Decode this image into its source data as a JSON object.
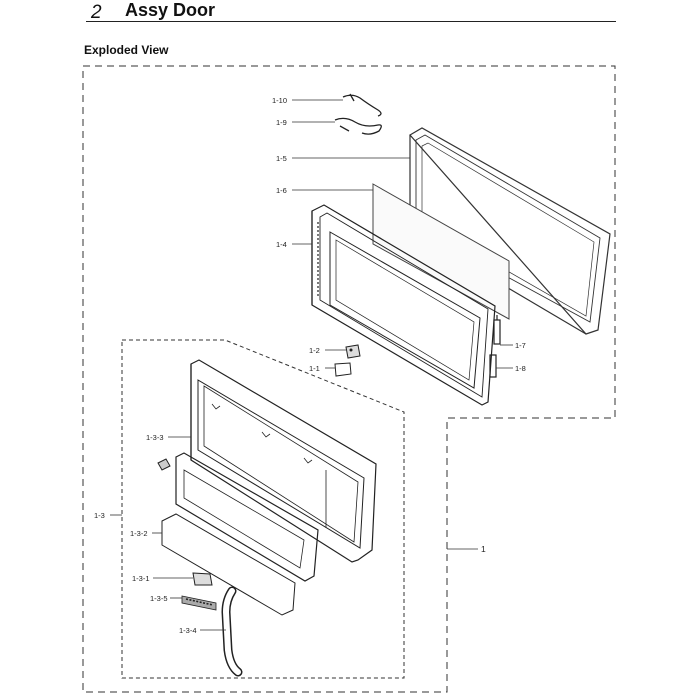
{
  "header": {
    "section_number": "2",
    "section_title": "Assy Door",
    "view_title": "Exploded View"
  },
  "callouts": {
    "c1_10": "1-10",
    "c1_9": "1-9",
    "c1_5": "1-5",
    "c1_6": "1-6",
    "c1_4": "1-4",
    "c1_7": "1-7",
    "c1_8": "1-8",
    "c1_2": "1-2",
    "c1_1": "1-1",
    "c1_3_3": "1-3-3",
    "c1_3": "1-3",
    "c1_3_2": "1-3-2",
    "c1_3_1": "1-3-1",
    "c1_3_5": "1-3-5",
    "c1_3_4": "1-3-4",
    "c1": "1"
  }
}
